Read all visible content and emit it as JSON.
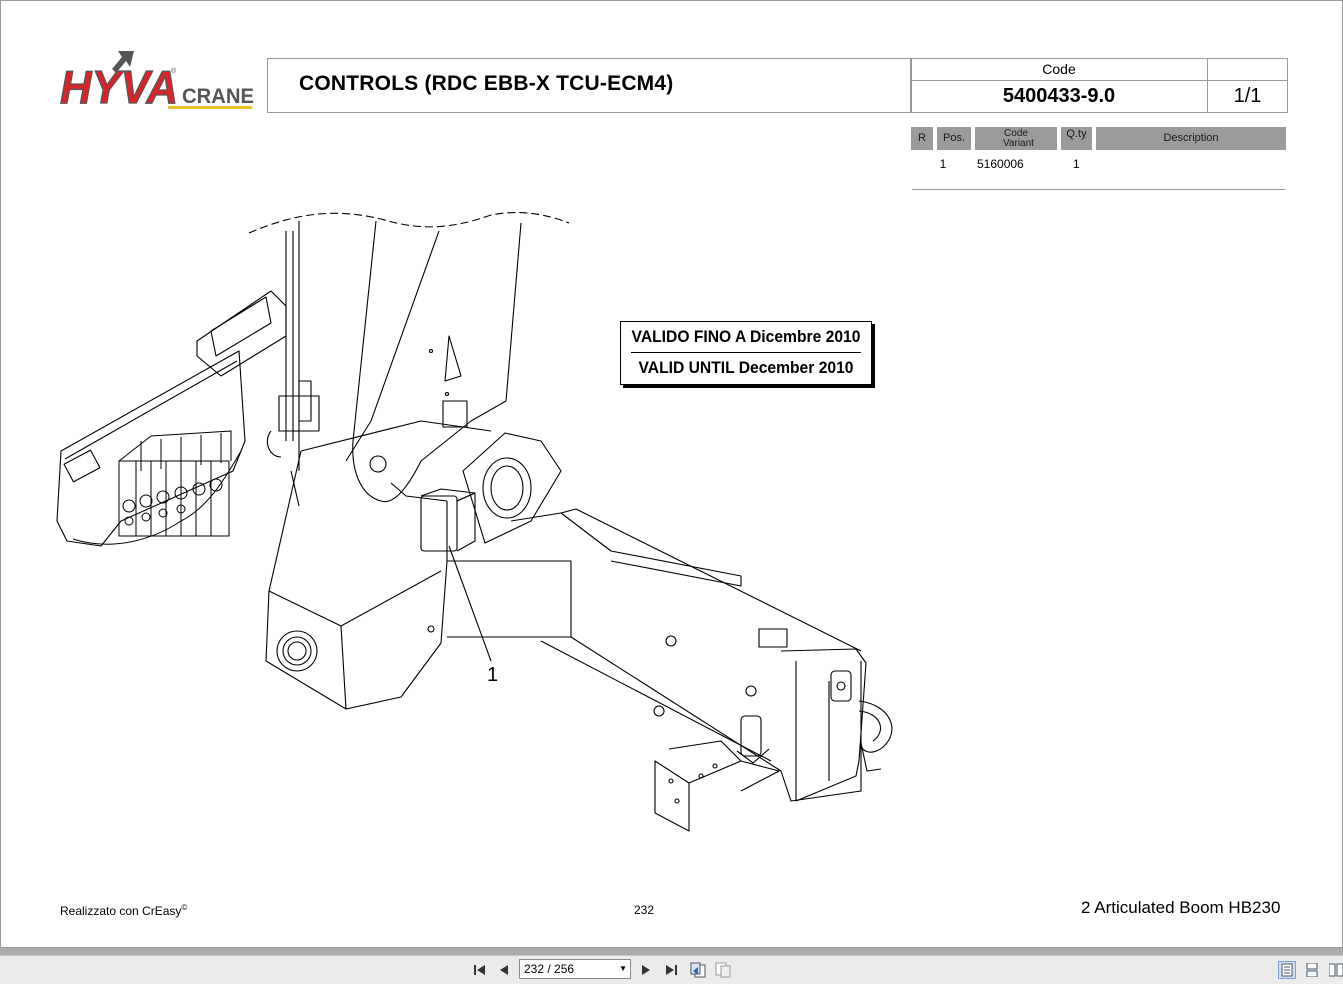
{
  "header": {
    "logo_text": "HYVA",
    "logo_suffix": "CRANE",
    "title": "CONTROLS (RDC EBB-X TCU-ECM4)",
    "code_label": "Code",
    "code_value": "5400433-9.0",
    "sheet": "1/1"
  },
  "parts_table": {
    "columns": [
      "R",
      "Pos.",
      "Code Variant",
      "Q.ty",
      "Description"
    ],
    "rows": [
      {
        "r": "",
        "pos": "1",
        "code": "5160006",
        "qty": "1",
        "description": ""
      }
    ]
  },
  "validity": {
    "line1": "VALIDO FINO A Dicembre 2010",
    "line2": "VALID UNTIL December 2010"
  },
  "drawing": {
    "position_callout": "1"
  },
  "footer": {
    "credit": "Realizzato con CrEasy",
    "credit_mark": "©",
    "page_number": "232",
    "doc_title": "2 Articulated Boom HB230"
  },
  "toolbar": {
    "page_indicator": "232 / 256",
    "icons": [
      "first-page-icon",
      "prev-page-icon",
      "next-page-icon",
      "last-page-icon",
      "previous-view-icon",
      "next-view-icon",
      "single-page-icon",
      "continuous-icon",
      "facing-icon"
    ]
  },
  "colors": {
    "logo_red": "#d7262b",
    "logo_gray": "#555555",
    "table_header": "#9b9b9b",
    "toolbar_bg": "#ebebeb"
  }
}
